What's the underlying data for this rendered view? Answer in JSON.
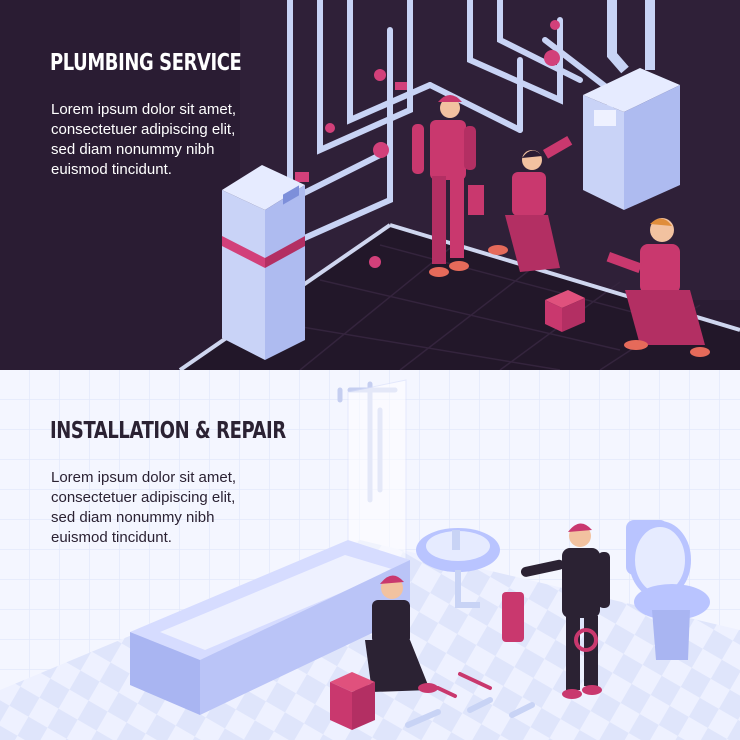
{
  "banners": [
    {
      "title": "PLUMBING SERVICE",
      "body": "Lorem ipsum dolor sit amet, consectetuer adipiscing elit, sed diam nonummy nibh euismod tincidunt."
    },
    {
      "title": "INSTALLATION & REPAIR",
      "body": "Lorem ipsum dolor sit amet, consectetuer adipiscing elit, sed diam nonummy nibh euismod tincidunt."
    }
  ],
  "colors": {
    "top_background": "#2a1c33",
    "bottom_background": "#f4f6ff",
    "uniform": "#c9386e",
    "pipe": "#c8d3f5",
    "fixture": "#b9c4ff"
  }
}
